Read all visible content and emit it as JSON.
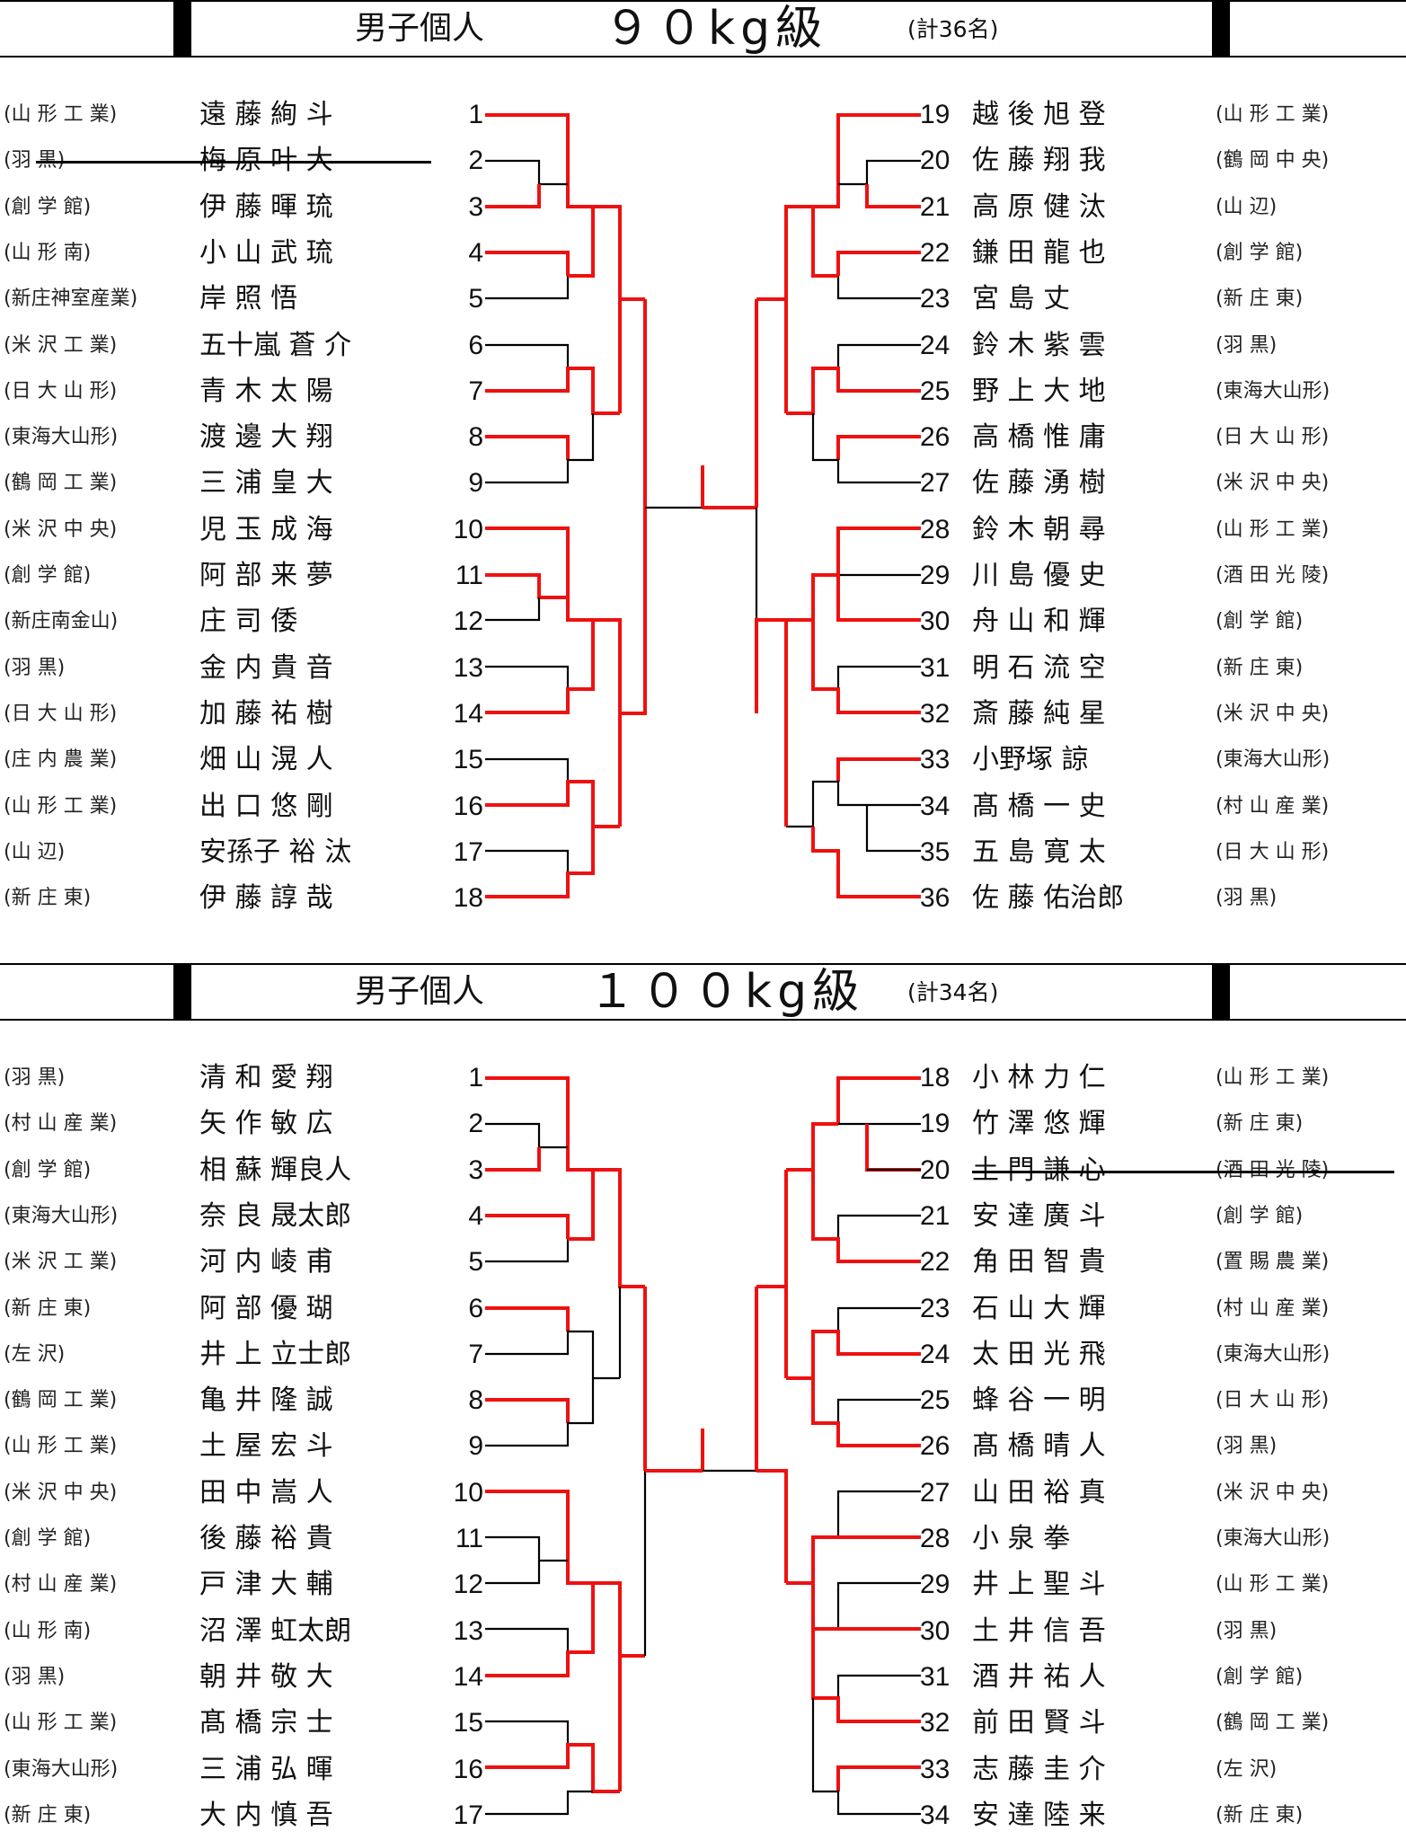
{
  "sections": [
    {
      "id": "90kg",
      "title": "男子個人",
      "weight": "９０kg級",
      "total": "(計36名)",
      "left_entries": [
        {
          "school": "(山 形 工 業)",
          "name": "遠 藤 絢 斗",
          "num": "1"
        },
        {
          "school": "(羽 黒)",
          "name": "梅 原 叶 大",
          "num": "2",
          "withdrawn": true
        },
        {
          "school": "(創 学 館)",
          "name": "伊 藤 暉 琉",
          "num": "3"
        },
        {
          "school": "(山 形 南)",
          "name": "小 山 武 琉",
          "num": "4"
        },
        {
          "school": "(新庄神室産業)",
          "name": "岸 照 悟",
          "num": "5"
        },
        {
          "school": "(米 沢 工 業)",
          "name": "五十嵐 蒼 介",
          "num": "6"
        },
        {
          "school": "(日 大 山 形)",
          "name": "青 木 太 陽",
          "num": "7"
        },
        {
          "school": "(東海大山形)",
          "name": "渡 邊 大 翔",
          "num": "8"
        },
        {
          "school": "(鶴 岡 工 業)",
          "name": "三 浦 皇 大",
          "num": "9"
        },
        {
          "school": "(米 沢 中 央)",
          "name": "児 玉 成 海",
          "num": "10"
        },
        {
          "school": "(創 学 館)",
          "name": "阿 部 来 夢",
          "num": "11"
        },
        {
          "school": "(新庄南金山)",
          "name": "庄 司 倭",
          "num": "12"
        },
        {
          "school": "(羽 黒)",
          "name": "金 内 貴 音",
          "num": "13"
        },
        {
          "school": "(日 大 山 形)",
          "name": "加 藤 祐 樹",
          "num": "14"
        },
        {
          "school": "(庄 内 農 業)",
          "name": "畑 山 滉 人",
          "num": "15"
        },
        {
          "school": "(山 形 工 業)",
          "name": "出 口 悠 剛",
          "num": "16"
        },
        {
          "school": "(山 辺)",
          "name": "安孫子 裕 汰",
          "num": "17"
        },
        {
          "school": "(新 庄 東)",
          "name": "伊 藤 諄 哉",
          "num": "18"
        }
      ],
      "right_entries": [
        {
          "num": "19",
          "name": "越 後 旭 登",
          "school": "(山 形 工 業)"
        },
        {
          "num": "20",
          "name": "佐 藤 翔 我",
          "school": "(鶴 岡 中 央)"
        },
        {
          "num": "21",
          "name": "高 原 健 汰",
          "school": "(山 辺)"
        },
        {
          "num": "22",
          "name": "鎌 田 龍 也",
          "school": "(創 学 館)"
        },
        {
          "num": "23",
          "name": "宮 島 丈",
          "school": "(新 庄 東)"
        },
        {
          "num": "24",
          "name": "鈴 木 紫 雲",
          "school": "(羽 黒)"
        },
        {
          "num": "25",
          "name": "野 上 大 地",
          "school": "(東海大山形)"
        },
        {
          "num": "26",
          "name": "高 橋 惟 庸",
          "school": "(日 大 山 形)"
        },
        {
          "num": "27",
          "name": "佐 藤 湧 樹",
          "school": "(米 沢 中 央)"
        },
        {
          "num": "28",
          "name": "鈴 木 朝 尋",
          "school": "(山 形 工 業)"
        },
        {
          "num": "29",
          "name": "川 島 優 史",
          "school": "(酒 田 光 陵)"
        },
        {
          "num": "30",
          "name": "舟 山 和 輝",
          "school": "(創 学 館)"
        },
        {
          "num": "31",
          "name": "明 石 流 空",
          "school": "(新 庄 東)"
        },
        {
          "num": "32",
          "name": "斎 藤 純 星",
          "school": "(米 沢 中 央)"
        },
        {
          "num": "33",
          "name": "小野塚 諒",
          "school": "(東海大山形)"
        },
        {
          "num": "34",
          "name": "髙 橋 一 史",
          "school": "(村 山 産 業)"
        },
        {
          "num": "35",
          "name": "五 島 寛 太",
          "school": "(日 大 山 形)"
        },
        {
          "num": "36",
          "name": "佐 藤 佑治郎",
          "school": "(羽 黒)"
        }
      ]
    },
    {
      "id": "100kg",
      "title": "男子個人",
      "weight": "１００kg級",
      "total": "(計34名)",
      "left_entries": [
        {
          "school": "(羽 黒)",
          "name": "清 和 愛 翔",
          "num": "1"
        },
        {
          "school": "(村 山 産 業)",
          "name": "矢 作 敏 広",
          "num": "2"
        },
        {
          "school": "(創 学 館)",
          "name": "相 蘇 輝良人",
          "num": "3"
        },
        {
          "school": "(東海大山形)",
          "name": "奈 良 晟太郎",
          "num": "4"
        },
        {
          "school": "(米 沢 工 業)",
          "name": "河 内 崚 甫",
          "num": "5"
        },
        {
          "school": "(新 庄 東)",
          "name": "阿 部 優 瑚",
          "num": "6"
        },
        {
          "school": "(左 沢)",
          "name": "井 上 立士郎",
          "num": "7"
        },
        {
          "school": "(鶴 岡 工 業)",
          "name": "亀 井 隆 誠",
          "num": "8"
        },
        {
          "school": "(山 形 工 業)",
          "name": "土 屋 宏 斗",
          "num": "9"
        },
        {
          "school": "(米 沢 中 央)",
          "name": "田 中 嵩 人",
          "num": "10"
        },
        {
          "school": "(創 学 館)",
          "name": "後 藤 裕 貴",
          "num": "11"
        },
        {
          "school": "(村 山 産 業)",
          "name": "戸 津 大 輔",
          "num": "12"
        },
        {
          "school": "(山 形 南)",
          "name": "沼 澤 虹太朗",
          "num": "13"
        },
        {
          "school": "(羽 黒)",
          "name": "朝 井 敬 大",
          "num": "14"
        },
        {
          "school": "(山 形 工 業)",
          "name": "髙 橋 宗 士",
          "num": "15"
        },
        {
          "school": "(東海大山形)",
          "name": "三 浦 弘 暉",
          "num": "16"
        },
        {
          "school": "(新 庄 東)",
          "name": "大 内 慎 吾",
          "num": "17"
        }
      ],
      "right_entries": [
        {
          "num": "18",
          "name": "小 林 力 仁",
          "school": "(山 形 工 業)"
        },
        {
          "num": "19",
          "name": "竹 澤 悠 輝",
          "school": "(新 庄 東)"
        },
        {
          "num": "20",
          "name": "土 門 謙 心",
          "school": "(酒 田 光 陵)",
          "withdrawn": true
        },
        {
          "num": "21",
          "name": "安 達 廣 斗",
          "school": "(創 学 館)"
        },
        {
          "num": "22",
          "name": "角 田 智 貴",
          "school": "(置 賜 農 業)"
        },
        {
          "num": "23",
          "name": "石 山 大 輝",
          "school": "(村 山 産 業)"
        },
        {
          "num": "24",
          "name": "太 田 光 飛",
          "school": "(東海大山形)"
        },
        {
          "num": "25",
          "name": "蜂 谷 一 明",
          "school": "(日 大 山 形)"
        },
        {
          "num": "26",
          "name": "髙 橋 晴 人",
          "school": "(羽 黒)"
        },
        {
          "num": "27",
          "name": "山 田 裕 真",
          "school": "(米 沢 中 央)"
        },
        {
          "num": "28",
          "name": "小 泉 拳",
          "school": "(東海大山形)"
        },
        {
          "num": "29",
          "name": "井 上 聖 斗",
          "school": "(山 形 工 業)"
        },
        {
          "num": "30",
          "name": "土 井 信 吾",
          "school": "(羽 黒)"
        },
        {
          "num": "31",
          "name": "酒 井 祐 人",
          "school": "(創 学 館)"
        },
        {
          "num": "32",
          "name": "前 田 賢 斗",
          "school": "(鶴 岡 工 業)"
        },
        {
          "num": "33",
          "name": "志 藤 圭 介",
          "school": "(左 沢)"
        },
        {
          "num": "34",
          "name": "安 達 陸 来",
          "school": "(新 庄 東)"
        }
      ]
    }
  ],
  "colors": {
    "winner_line": "#ee1111",
    "line": "#000000"
  }
}
